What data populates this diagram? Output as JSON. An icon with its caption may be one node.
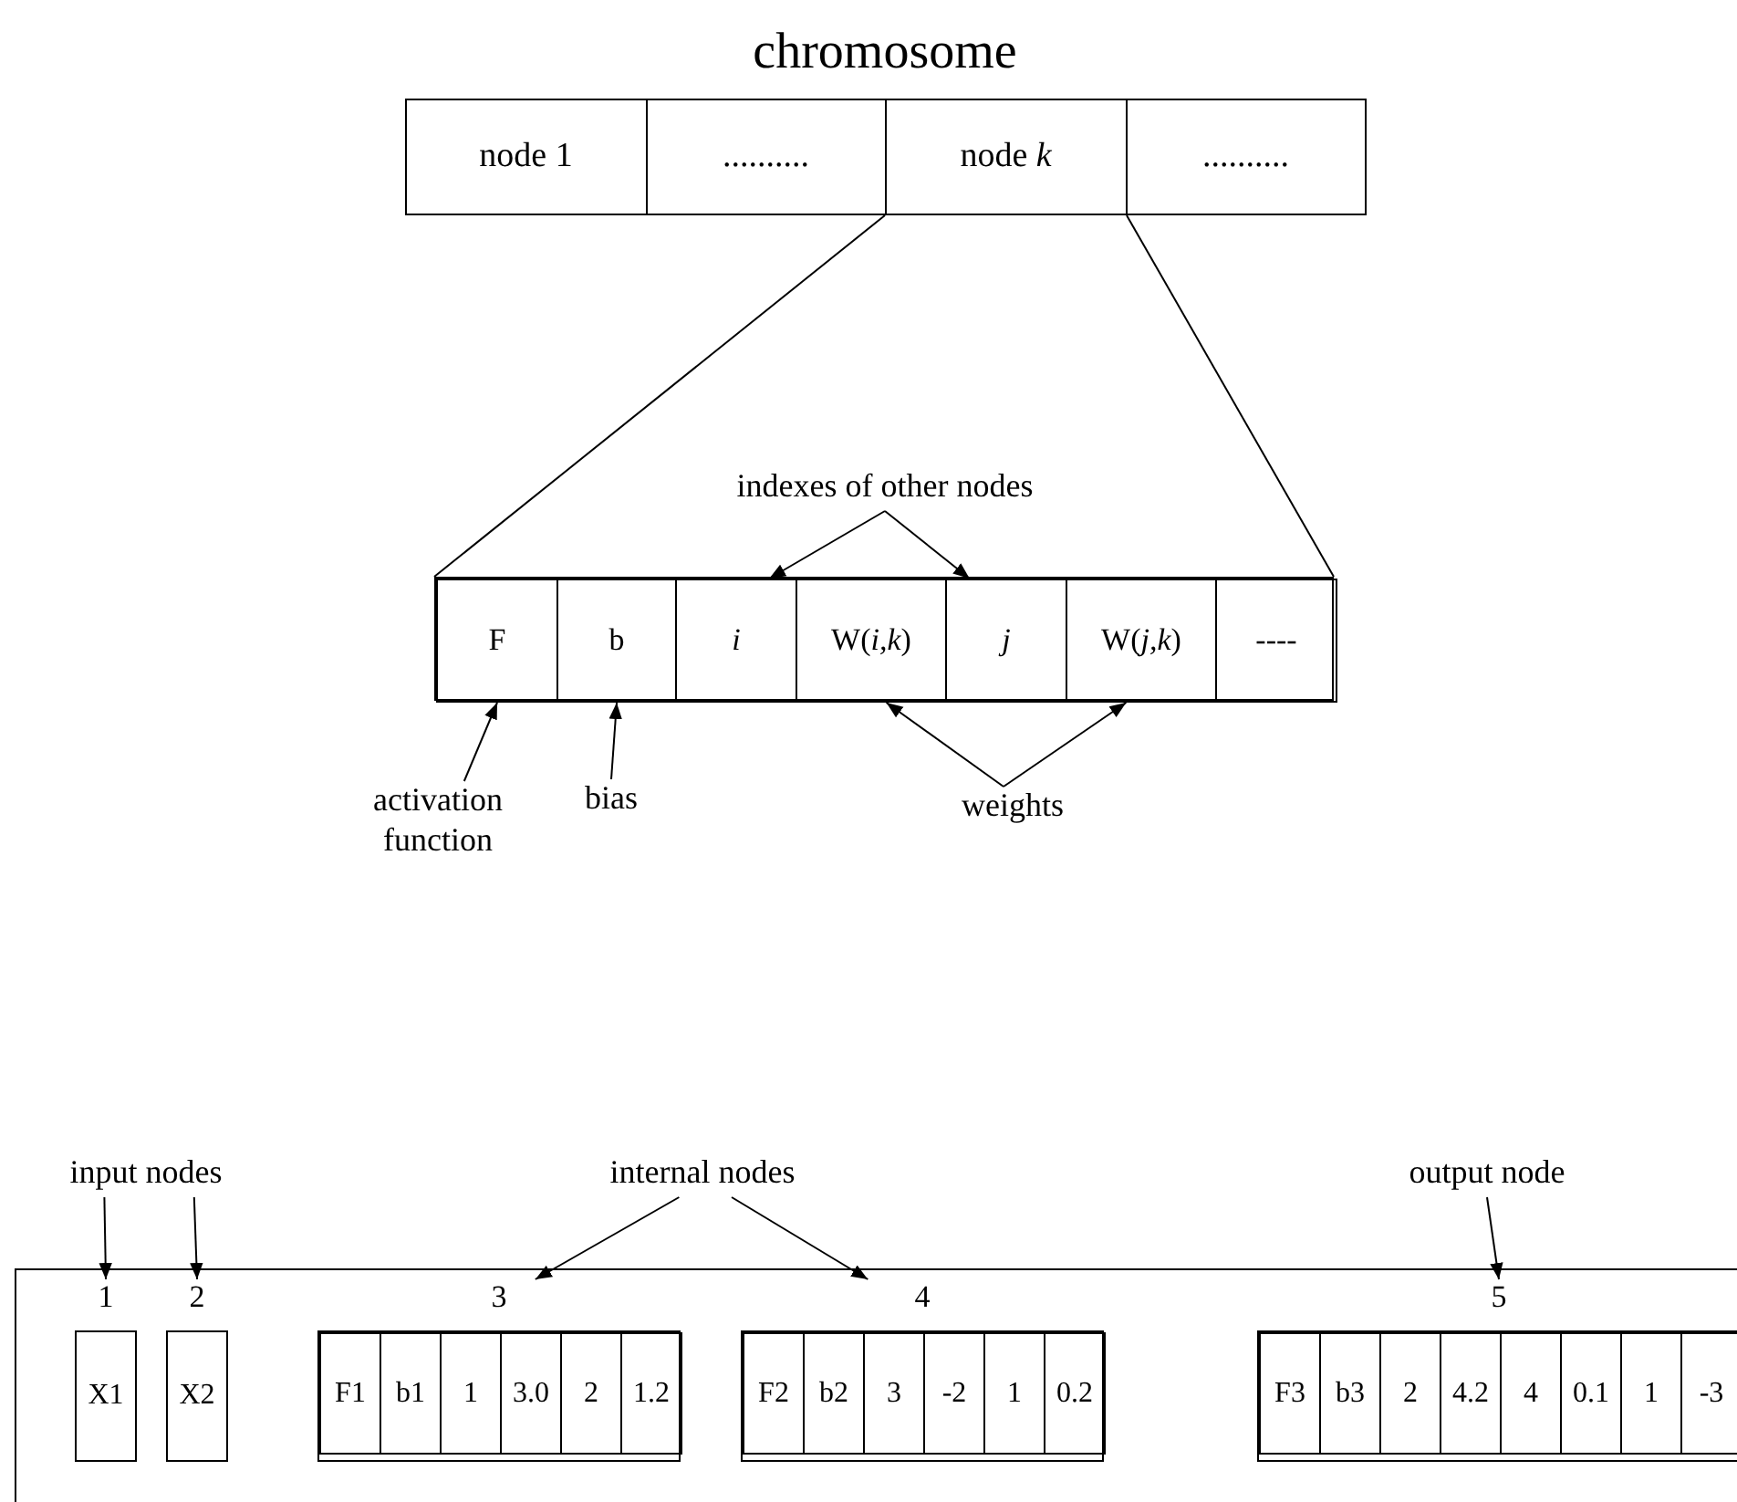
{
  "diagram": {
    "nodes": [
      {
        "text": [
          "chromosome"
        ]
      },
      {
        "text": [
          "node 1"
        ],
        "in": 0
      },
      {
        "text": [
          ".........."
        ],
        "in": 0
      },
      {
        "text": [
          "node *k*"
        ],
        "in": 0
      },
      {
        "text": [
          ".........."
        ],
        "in": 0
      },
      {
        "text": [],
        "shape": "box"
      },
      {
        "text": [
          "F"
        ],
        "in": 5
      },
      {
        "text": [
          "b"
        ],
        "in": 5
      },
      {
        "text": [
          "*i*"
        ],
        "in": 5
      },
      {
        "text": [
          "W(*i,k*)"
        ],
        "in": 5
      },
      {
        "text": [
          "*j*"
        ],
        "in": 5
      },
      {
        "text": [
          "W(*j,k*)"
        ],
        "in": 5
      },
      {
        "text": [
          "----"
        ],
        "in": 5
      },
      {
        "text": [
          "indexes of other nodes"
        ]
      },
      {
        "text": [
          "activation function"
        ]
      },
      {
        "text": [
          "bias"
        ]
      },
      {
        "text": [
          "weights"
        ]
      },
      {
        "text": [
          "input nodes"
        ]
      },
      {
        "text": [
          "internal nodes"
        ]
      },
      {
        "text": [
          "output node"
        ]
      },
      {
        "text": [],
        "shape": "box"
      },
      {
        "text": [
          "X1"
        ],
        "in": 20,
        "beside": [
          "1"
        ]
      },
      {
        "text": [
          "X2"
        ],
        "in": 20,
        "beside": [
          "2"
        ]
      },
      {
        "text": [],
        "shape": "box",
        "in": 20,
        "beside": [
          "3"
        ]
      },
      {
        "text": [
          "F1"
        ],
        "in": 23
      },
      {
        "text": [
          "b1"
        ],
        "in": 23
      },
      {
        "text": [
          "1"
        ],
        "in": 23
      },
      {
        "text": [
          "3.0"
        ],
        "in": 23
      },
      {
        "text": [
          "2"
        ],
        "in": 23
      },
      {
        "text": [
          "1.2"
        ],
        "in": 23
      },
      {
        "text": [],
        "shape": "box",
        "in": 20,
        "beside": [
          "4"
        ]
      },
      {
        "text": [
          "F2"
        ],
        "in": 30
      },
      {
        "text": [
          "b2"
        ],
        "in": 30
      },
      {
        "text": [
          "3"
        ],
        "in": 30
      },
      {
        "text": [
          "-2"
        ],
        "in": 30
      },
      {
        "text": [
          "1"
        ],
        "in": 30
      },
      {
        "text": [
          "0.2"
        ],
        "in": 30
      },
      {
        "text": [],
        "shape": "box",
        "in": 20,
        "beside": [
          "5"
        ]
      },
      {
        "text": [
          "F3"
        ],
        "in": 37
      },
      {
        "text": [
          "b3"
        ],
        "in": 37
      },
      {
        "text": [
          "2"
        ],
        "in": 37
      },
      {
        "text": [
          "4.2"
        ],
        "in": 37
      },
      {
        "text": [
          "4"
        ],
        "in": 37
      },
      {
        "text": [
          "0.1"
        ],
        "in": 37
      },
      {
        "text": [
          "1"
        ],
        "in": 37
      },
      {
        "text": [
          "-3"
        ],
        "in": 37
      }
    ],
    "edges": [
      {
        "from": 3,
        "to": 5,
        "arrow": "none"
      },
      {
        "from": 3,
        "to": 5,
        "arrow": "none"
      },
      {
        "from": 13,
        "to": 8,
        "arrow": "to"
      },
      {
        "from": 13,
        "to": 10,
        "arrow": "to"
      },
      {
        "from": 14,
        "to": 6,
        "arrow": "to"
      },
      {
        "from": 15,
        "to": 7,
        "arrow": "to"
      },
      {
        "from": 16,
        "to": 9,
        "arrow": "to"
      },
      {
        "from": 16,
        "to": 11,
        "arrow": "to"
      },
      {
        "from": 17,
        "to": 21,
        "arrow": "to"
      },
      {
        "from": 17,
        "to": 22,
        "arrow": "to"
      },
      {
        "from": 18,
        "to": 23,
        "arrow": "to"
      },
      {
        "from": 18,
        "to": 30,
        "arrow": "to"
      },
      {
        "from": 19,
        "to": 37,
        "arrow": "to"
      }
    ]
  }
}
